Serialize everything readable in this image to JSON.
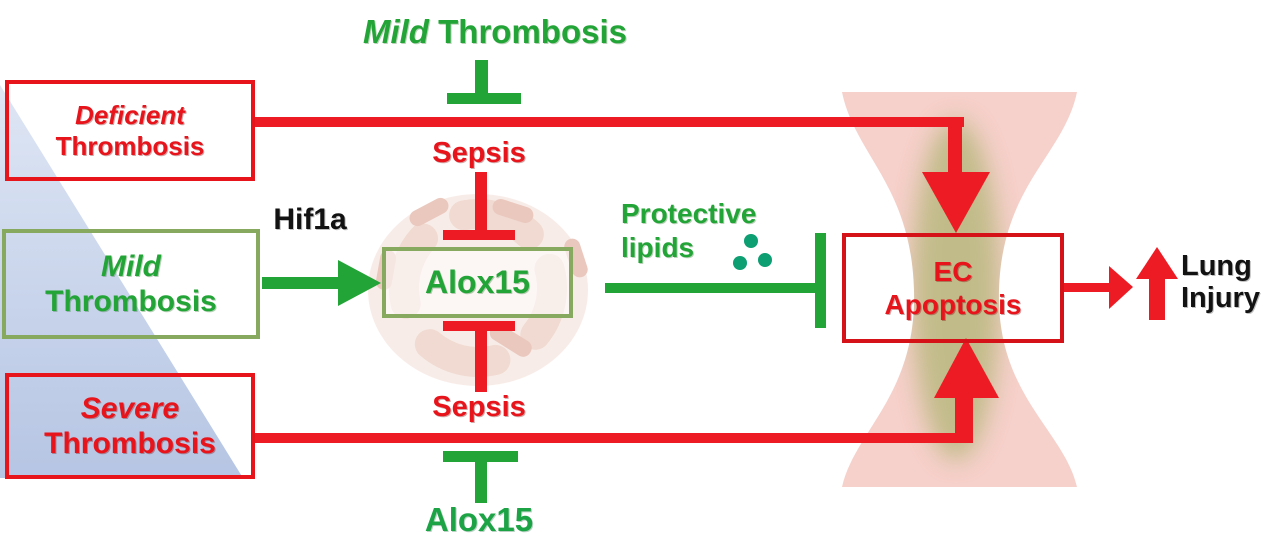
{
  "title": {
    "word_italic": "Mild",
    "word_rest": "Thrombosis"
  },
  "nodes": {
    "deficient": {
      "line1": "Deficient",
      "line2": "Thrombosis"
    },
    "mild": {
      "line1": "Mild",
      "line2": "Thrombosis"
    },
    "severe": {
      "line1": "Severe",
      "line2": "Thrombosis"
    },
    "alox15": {
      "label": "Alox15"
    },
    "ec": {
      "line1": "EC",
      "line2": "Apoptosis"
    }
  },
  "labels": {
    "hif1a": "Hif1a",
    "sepsis_top": "Sepsis",
    "sepsis_bottom": "Sepsis",
    "alox15_inhibitor": "Alox15",
    "protective_line1": "Protective",
    "protective_line2": "lipids",
    "lung_line1": "Lung",
    "lung_line2": "Injury"
  },
  "colors": {
    "red_lines": "#ed1c24",
    "red_text": "#e8141c",
    "ec_box_border": "#d41218",
    "green": "#22a436",
    "emerald_green": "#1ca346",
    "olive_box_border": "#86a85f",
    "blue_triangle": "#b9c7e6",
    "teal_dots": "#0d9e72",
    "vessel_pink": "#f5cdc7",
    "vessel_olive_center": "#9fae5e",
    "cell_pink": "#f8ebe6",
    "black_text": "#121212"
  }
}
